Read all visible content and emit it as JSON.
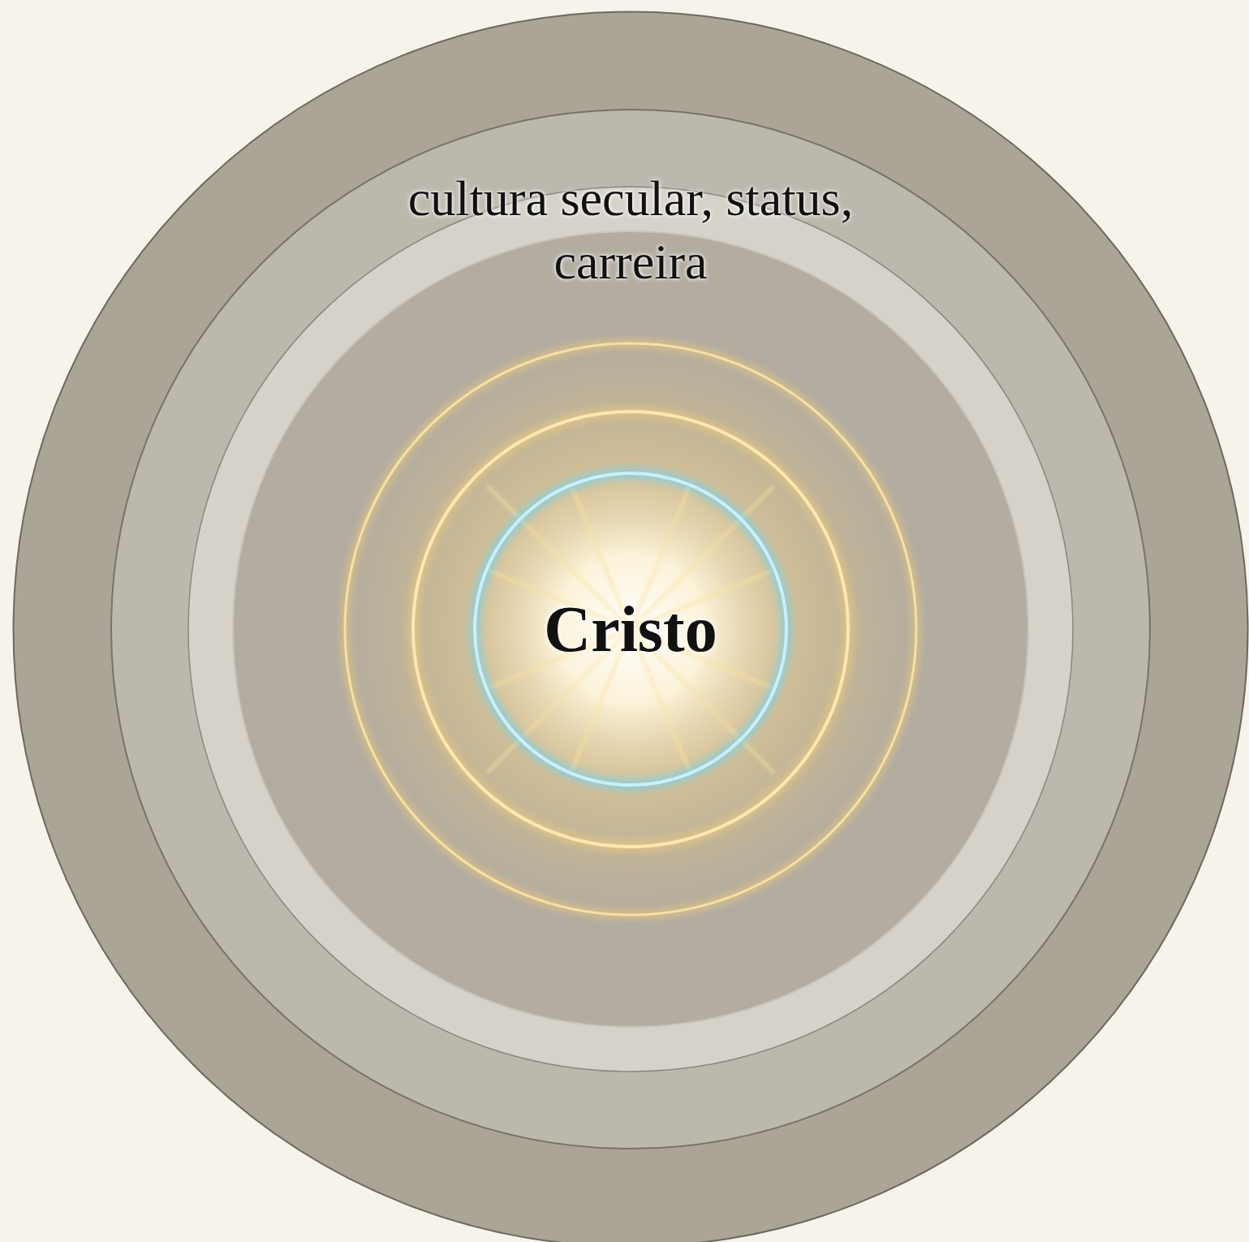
{
  "diagram": {
    "nodes": [
      {
        "text": [
          "cultura secular, status, carreira"
        ]
      },
      {
        "text": [
          "Cristo"
        ],
        "in": 0
      }
    ]
  }
}
